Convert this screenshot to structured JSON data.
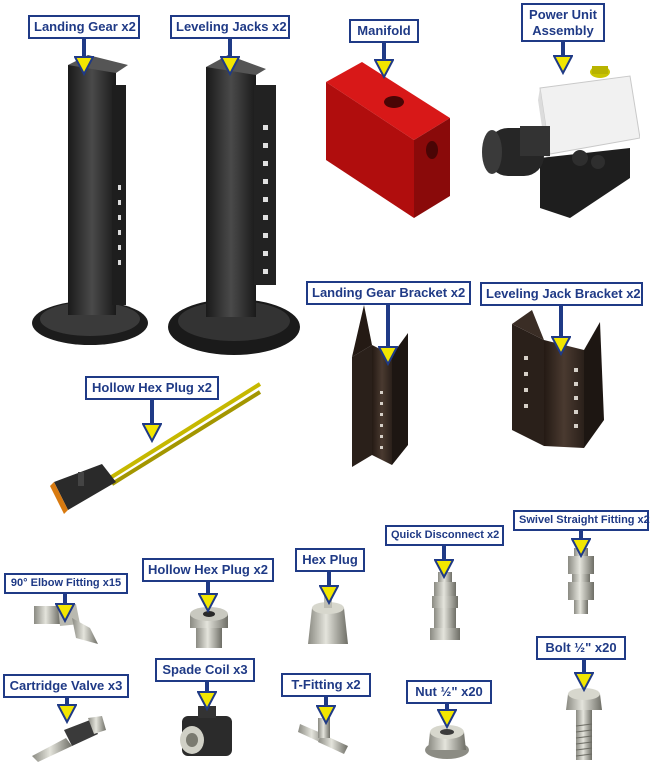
{
  "parts": {
    "landing_gear": "Landing Gear x2",
    "leveling_jacks": "Leveling Jacks x2",
    "manifold": "Manifold",
    "power_unit_line1": "Power Unit",
    "power_unit_line2": "Assembly",
    "landing_gear_bracket": "Landing Gear Bracket x2",
    "leveling_jack_bracket": "Leveling Jack Bracket x2",
    "hollow_hex_plug_wire": "Hollow Hex Plug x2",
    "quick_disconnect": "Quick Disconnect x2",
    "swivel_straight_fitting": "Swivel Straight Fitting x2",
    "elbow_fitting": "90° Elbow Fitting x15",
    "hollow_hex_plug": "Hollow Hex Plug x2",
    "hex_plug": "Hex Plug",
    "bolt": "Bolt ½\" x20",
    "cartridge_valve": "Cartridge Valve x3",
    "spade_coil": "Spade Coil  x3",
    "t_fitting": "T-Fitting  x2",
    "nut": "Nut ½\" x20"
  },
  "colors": {
    "label_border": "#1f3a86",
    "label_text": "#1f3a86",
    "arrow_fill": "#f2e600",
    "arrow_stroke": "#1f3a86",
    "manifold": "#c40f0f",
    "steel_dark": "#2b2b2b"
  }
}
